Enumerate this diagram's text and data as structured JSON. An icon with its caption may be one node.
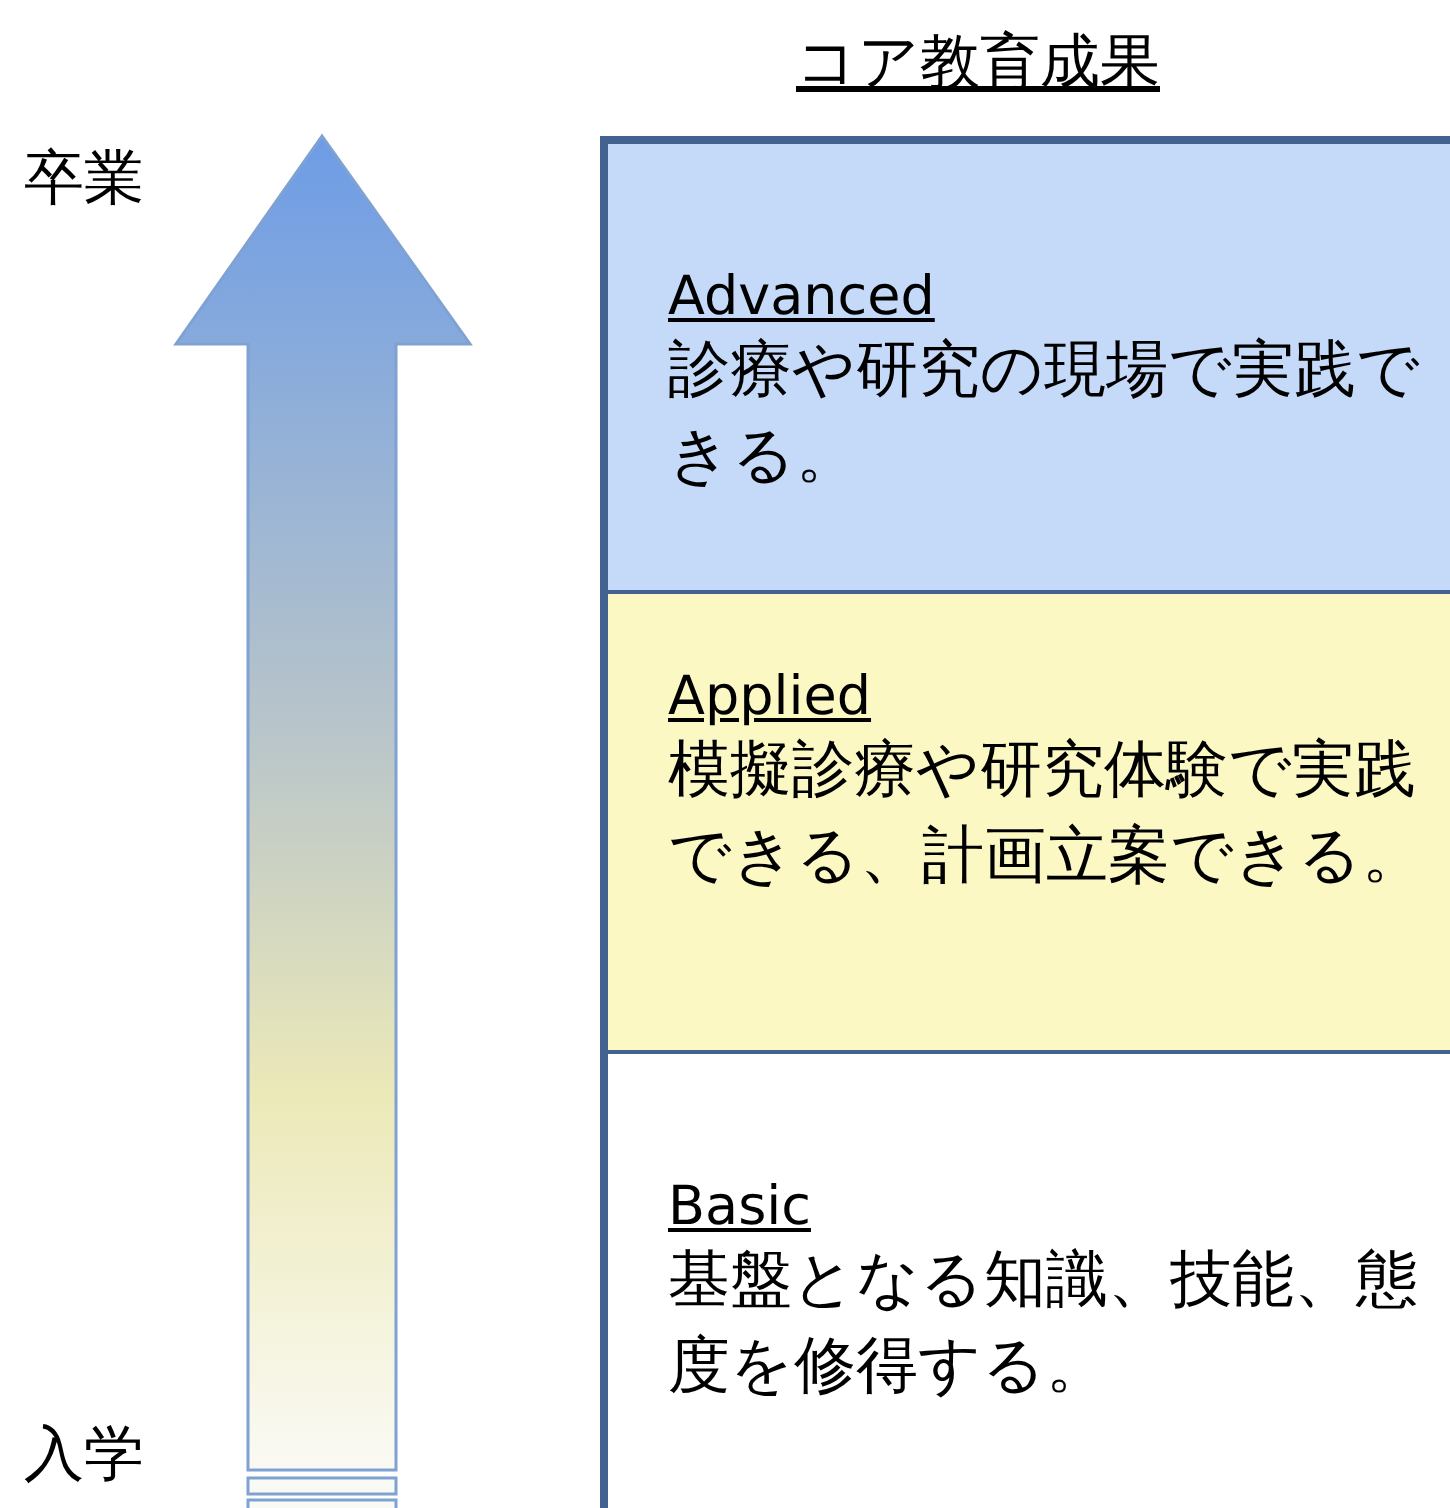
{
  "diagram": {
    "title": "コア教育成果",
    "nodes": [
      {
        "text": [
          "Advanced",
          "診療や研究の現場で実践できる。"
        ]
      },
      {
        "text": [
          "Applied",
          "模擬診療や研究体験で実践できる、計画立案できる。"
        ]
      },
      {
        "text": [
          "Basic",
          "基盤となる知識、技能、態度を修得する。"
        ]
      }
    ],
    "labels": [
      "卒業",
      "入学"
    ]
  }
}
